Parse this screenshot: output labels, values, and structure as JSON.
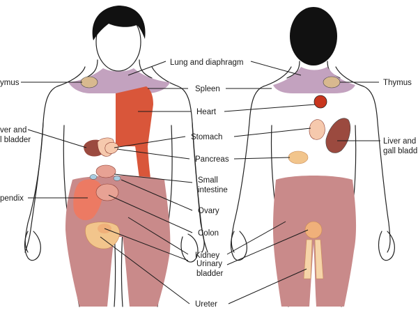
{
  "labels": {
    "thymus_left": "ymus",
    "liver_left": [
      "ver and",
      "l bladder"
    ],
    "appendix_left": "pendix",
    "lung": "Lung and diaphragm",
    "spleen": "Spleen",
    "heart": "Heart",
    "stomach": "Stomach",
    "pancreas": "Pancreas",
    "small_intestine": [
      "Small",
      "intestine"
    ],
    "ovary": "Ovary",
    "colon": "Colon",
    "kidney": "Kidney",
    "urinary_bladder": [
      "Urinary",
      "bladder"
    ],
    "ureter": "Ureter",
    "thymus_right": "Thymus",
    "liver_right": [
      "Liver and",
      "gall bladd"
    ]
  },
  "colors": {
    "hair": "#111111",
    "neck_band": "#c3a2bf",
    "pelvic_region": "#c98a8a",
    "spleen_strip": "#d9563a",
    "liver": "#9b4a3f",
    "heart": "#c8361e",
    "pale_organ": "#f6c9ad",
    "pancreas": "#f2c58c",
    "thymus": "#d8b98f",
    "appendix": "#ec7a63"
  }
}
